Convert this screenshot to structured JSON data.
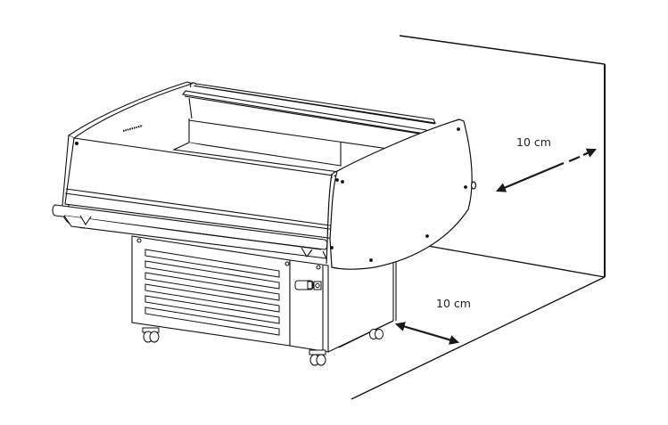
{
  "diagram": {
    "subject": "open refrigerated display counter with condensing unit base on castors",
    "wall_clearance": {
      "label": "10 cm",
      "description": "minimum distance from side panel to back wall"
    },
    "floor_clearance": {
      "label": "10 cm",
      "description": "minimum distance from base to floor edge / wall"
    },
    "colors": {
      "line": "#111111",
      "background": "#ffffff",
      "arrow": "#1a1a1a"
    },
    "components": [
      "back-wall",
      "floor",
      "display-case-body",
      "front-glass",
      "front-bumper-rail",
      "side-end-panel",
      "inner-shelf",
      "base-cabinet",
      "ventilation-louvres",
      "control-panel",
      "castor-wheels"
    ],
    "louvre_count": 6
  }
}
